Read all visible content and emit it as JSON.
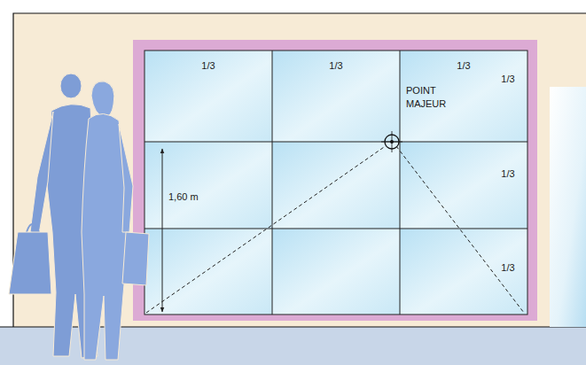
{
  "diagram": {
    "labels": [
      "1/3",
      "1/3",
      "1/3",
      "1/3",
      "1/3",
      "1/3",
      "POINT MAJEUR",
      "1,60 m"
    ]
  }
}
